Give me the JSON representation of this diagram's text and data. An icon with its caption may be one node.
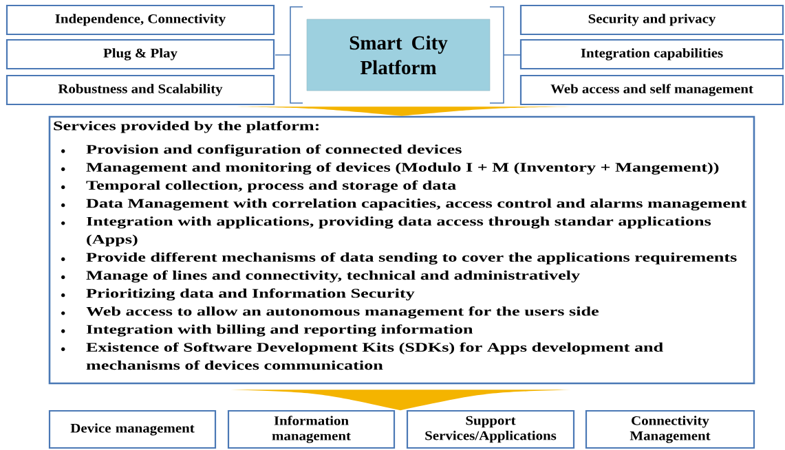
{
  "diagram": {
    "nodes": [
      {
        "text": [
          "Independence, Connectivity"
        ]
      },
      {
        "text": [
          "Plug & Play"
        ]
      },
      {
        "text": [
          "Robustness and Scalability"
        ]
      },
      {
        "text": [
          "Smart City Platform"
        ]
      },
      {
        "text": [
          "Security and privacy"
        ]
      },
      {
        "text": [
          "Integration capabilities"
        ]
      },
      {
        "text": [
          "Web access and self management"
        ]
      },
      {
        "text": [
          "Services provided by the platform:",
          "Provision and configuration of connected devices",
          "Management and monitoring of devices (Modulo I + M (Inventory + Mangement))",
          "Temporal collection, process and storage of data",
          "Data Management with correlation capacities, access control and alarms management",
          "Integration with applications, providing data access through standar applications (Apps)",
          "Provide different mechanisms of data sending to cover the applications requirements",
          "Manage of lines and connectivity, technical and administratively",
          "Prioritizing data and Information Security",
          "Web access to allow an autonomous management for the users side",
          "Integration with  billing and reporting information",
          "Existence of Software Development Kits (SDKs) for Apps development and mechanisms of devices communication"
        ]
      },
      {
        "text": [
          "Device management"
        ]
      },
      {
        "text": [
          "Information management"
        ]
      },
      {
        "text": [
          "Support Services/Applications"
        ]
      },
      {
        "text": [
          "Connectivity Management"
        ]
      }
    ],
    "edges": [
      {
        "from": 3,
        "to": 7,
        "arrow": "to"
      },
      {
        "from": 7,
        "to": null,
        "arrow": "to"
      }
    ]
  }
}
